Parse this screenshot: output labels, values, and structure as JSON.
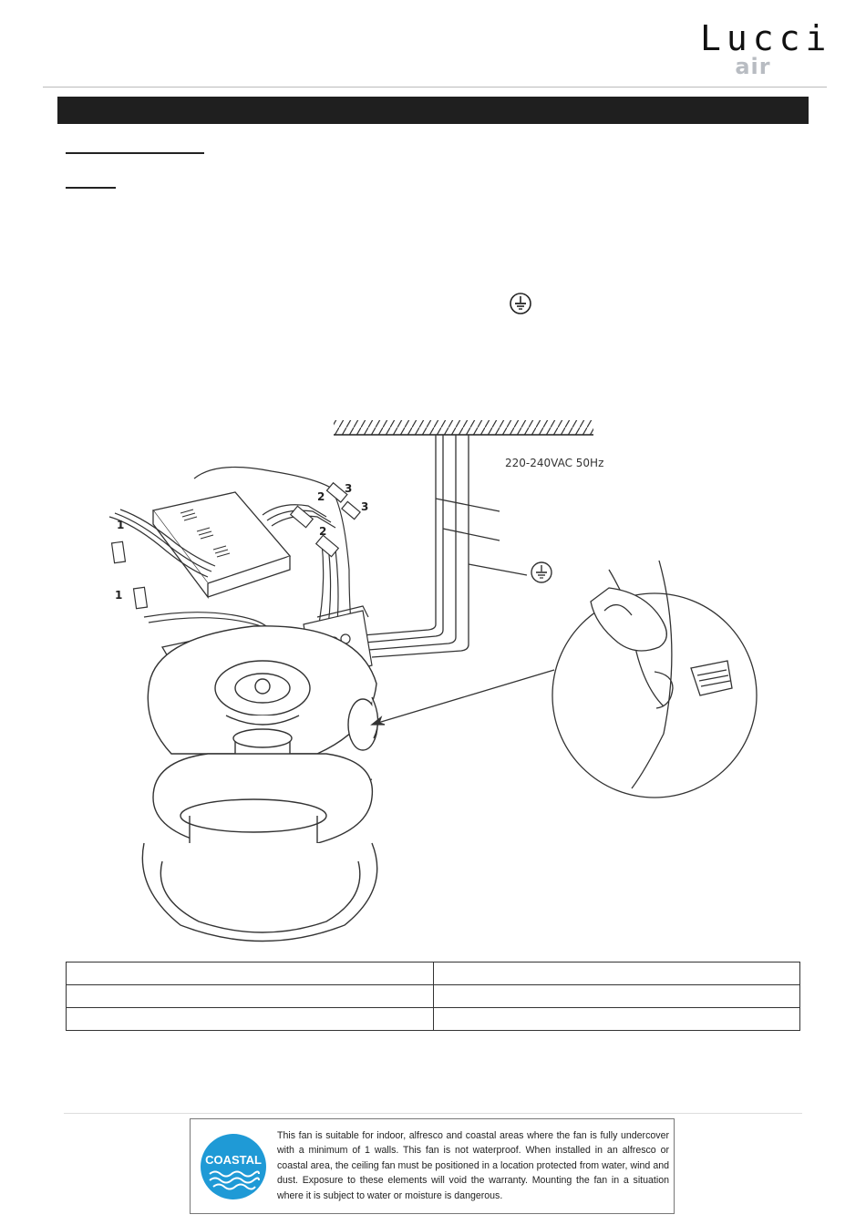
{
  "brand": {
    "name": "Lucci",
    "sub": "air"
  },
  "diagram": {
    "supply_label": "220-240VAC 50Hz",
    "connector_labels": [
      "1",
      "1",
      "2",
      "2",
      "3",
      "3"
    ]
  },
  "notice": {
    "badge": "COASTAL",
    "text": "This fan is suitable for indoor, alfresco and coastal areas where the fan is fully undercover with a minimum of 1 walls. This fan is not waterproof. When installed in an alfresco or coastal area, the ceiling fan must be positioned in a location protected from water, wind and dust. Exposure to these elements will void the warranty. Mounting the fan in a situation where it is subject to water or moisture is dangerous."
  },
  "icons": {
    "earth": "earth-ground-icon",
    "wave": "wave-icon"
  }
}
